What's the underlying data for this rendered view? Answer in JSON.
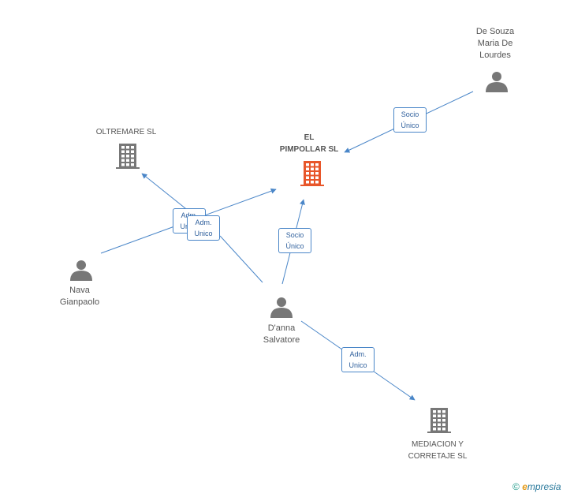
{
  "nodes": {
    "el_pimpollar": {
      "lines": [
        "EL",
        "PIMPOLLAR SL"
      ],
      "kind": "company",
      "color": "#e8562a"
    },
    "oltremare": {
      "lines": [
        "OLTREMARE SL"
      ],
      "kind": "company",
      "color": "#777777"
    },
    "mediacion": {
      "lines": [
        "MEDIACION Y",
        "CORRETAJE SL"
      ],
      "kind": "company",
      "color": "#777777"
    },
    "de_souza": {
      "lines": [
        "De Souza",
        "Maria De",
        "Lourdes"
      ],
      "kind": "person",
      "color": "#777777"
    },
    "nava": {
      "lines": [
        "Nava",
        "Gianpaolo"
      ],
      "kind": "person",
      "color": "#777777"
    },
    "danna": {
      "lines": [
        "D'anna",
        "Salvatore"
      ],
      "kind": "person",
      "color": "#777777"
    }
  },
  "edges": [
    {
      "from": "de_souza",
      "to": "el_pimpollar",
      "label": "Socio\nÚnico"
    },
    {
      "from": "danna",
      "to": "el_pimpollar",
      "label": "Socio\nÚnico"
    },
    {
      "from": "nava",
      "to": "el_pimpollar",
      "label": "Adm.\nUnico"
    },
    {
      "from": "danna",
      "to": "oltremare",
      "label": "Adm.\nUnico"
    },
    {
      "from": "danna",
      "to": "mediacion",
      "label": "Adm.\nUnico"
    }
  ],
  "colors": {
    "edge": "#4a86c8",
    "edge_label_text": "#2e5f9c"
  },
  "brand": {
    "copyright": "©",
    "e": "e",
    "rest": "mpresia"
  }
}
